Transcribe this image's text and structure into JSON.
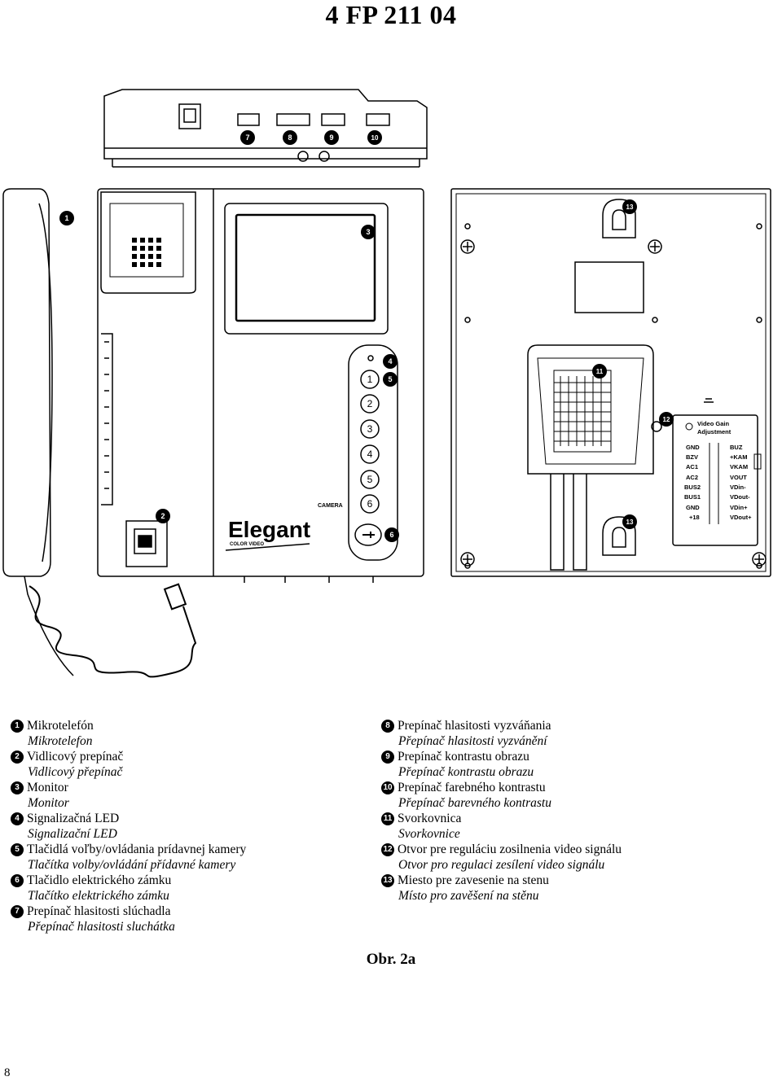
{
  "title": "4 FP 211 04",
  "figure": {
    "brand": "Elegant",
    "brand_sub": "COLOR VIDEO",
    "camera_label": "CAMERA",
    "buttons": [
      "1",
      "2",
      "3",
      "4",
      "5",
      "6"
    ],
    "panel_title_1": "Video Gain",
    "panel_title_2": "Adjustment",
    "terminals_left": [
      "GND",
      "BZV",
      "AC1",
      "AC2",
      "BUS2",
      "BUS1",
      "GND",
      "+18"
    ],
    "terminals_right": [
      "BUZ",
      "+KAM",
      "VKAM",
      "VOUT",
      "VDin-",
      "VDout-",
      "VDin+",
      "VDout+"
    ],
    "markers": [
      "1",
      "2",
      "3",
      "4",
      "5",
      "6",
      "7",
      "8",
      "9",
      "10",
      "11",
      "12",
      "13"
    ]
  },
  "legend_left": [
    {
      "n": "1",
      "sk": "Mikrotelefón",
      "cz": "Mikrotelefon"
    },
    {
      "n": "2",
      "sk": "Vidlicový prepínač",
      "cz": "Vidlicový přepínač"
    },
    {
      "n": "3",
      "sk": "Monitor",
      "cz": "Monitor"
    },
    {
      "n": "4",
      "sk": "Signalizačná LED",
      "cz": "Signalizační LED"
    },
    {
      "n": "5",
      "sk": "Tlačidlá voľby/ovládania prídavnej kamery",
      "cz": "Tlačítka volby/ovládání přídavné kamery"
    },
    {
      "n": "6",
      "sk": "Tlačidlo elektrického zámku",
      "cz": "Tlačítko elektrického zámku"
    },
    {
      "n": "7",
      "sk": "Prepínač hlasitosti slúchadla",
      "cz": "Přepínač hlasitosti sluchátka"
    }
  ],
  "legend_right": [
    {
      "n": "8",
      "sk": "Prepínač hlasitosti vyzváňania",
      "cz": "Přepínač hlasitosti vyzvánění"
    },
    {
      "n": "9",
      "sk": "Prepínač kontrastu obrazu",
      "cz": "Přepínač kontrastu obrazu"
    },
    {
      "n": "10",
      "sk": "Prepínač farebného kontrastu",
      "cz": "Přepínač barevného kontrastu"
    },
    {
      "n": "11",
      "sk": "Svorkovnica",
      "cz": "Svorkovnice"
    },
    {
      "n": "12",
      "sk": "Otvor pre reguláciu zosilnenia video signálu",
      "cz": "Otvor pro regulaci zesílení video signálu"
    },
    {
      "n": "13",
      "sk": "Miesto pre zavesenie na stenu",
      "cz": "Místo pro zavěšení na stěnu"
    }
  ],
  "caption": "Obr. 2a",
  "page_number": "8"
}
